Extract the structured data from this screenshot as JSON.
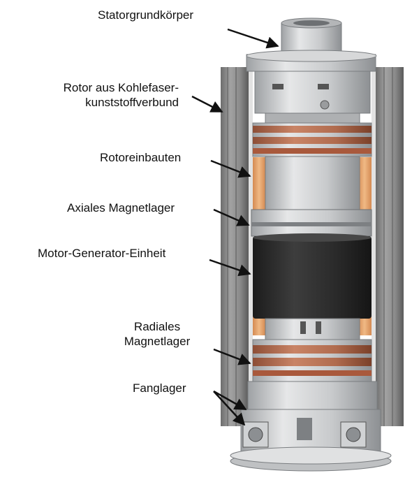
{
  "labels": {
    "stator": "Statorgrundkörper",
    "rotor_line1": "Rotor aus Kohlefaser-",
    "rotor_line2": "kunststoffverbund",
    "rotor_internals": "Rotoreinbauten",
    "axial_bearing": "Axiales Magnetlager",
    "motor_generator": "Motor-Generator-Einheit",
    "radial_line1": "Radiales",
    "radial_line2": "Magnetlager",
    "catcher_bearing": "Fanglager"
  },
  "colors": {
    "rotor_shell": "#8a8a8a",
    "rotor_shell_dark": "#5e5e5e",
    "copper": "#b06b4e",
    "copper_light": "#d9a18a",
    "orange_internals": "#e7a66d",
    "motor": "#2b2b2b",
    "steel": "#c4c6c8",
    "steel_light": "#e3e4e5",
    "arrow": "#111111"
  }
}
